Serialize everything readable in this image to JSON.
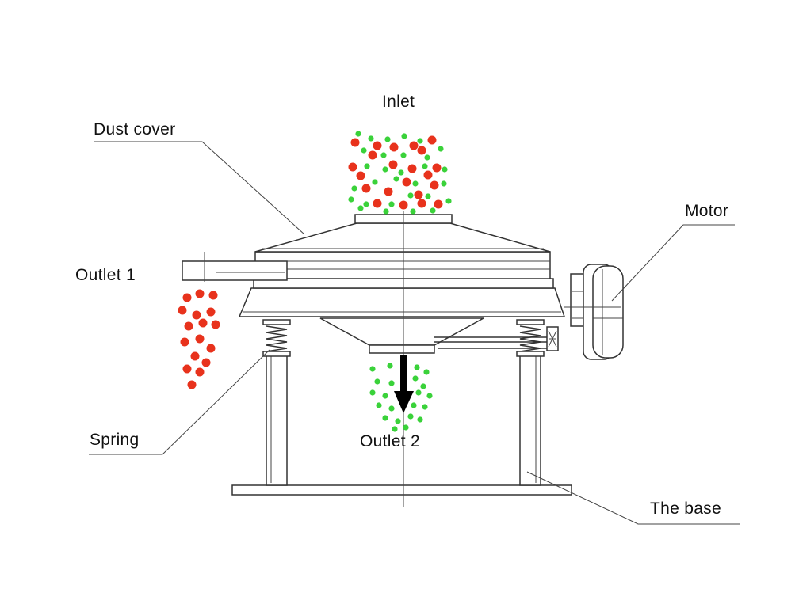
{
  "labels": {
    "inlet": "Inlet",
    "dust_cover": "Dust cover",
    "motor": "Motor",
    "outlet1": "Outlet 1",
    "outlet2": "Outlet 2",
    "spring": "Spring",
    "base": "The base"
  },
  "colors": {
    "coarse_particle": "#e8321c",
    "fine_particle": "#3ad23a",
    "machine_line": "#333333",
    "arrow": "#000000"
  }
}
